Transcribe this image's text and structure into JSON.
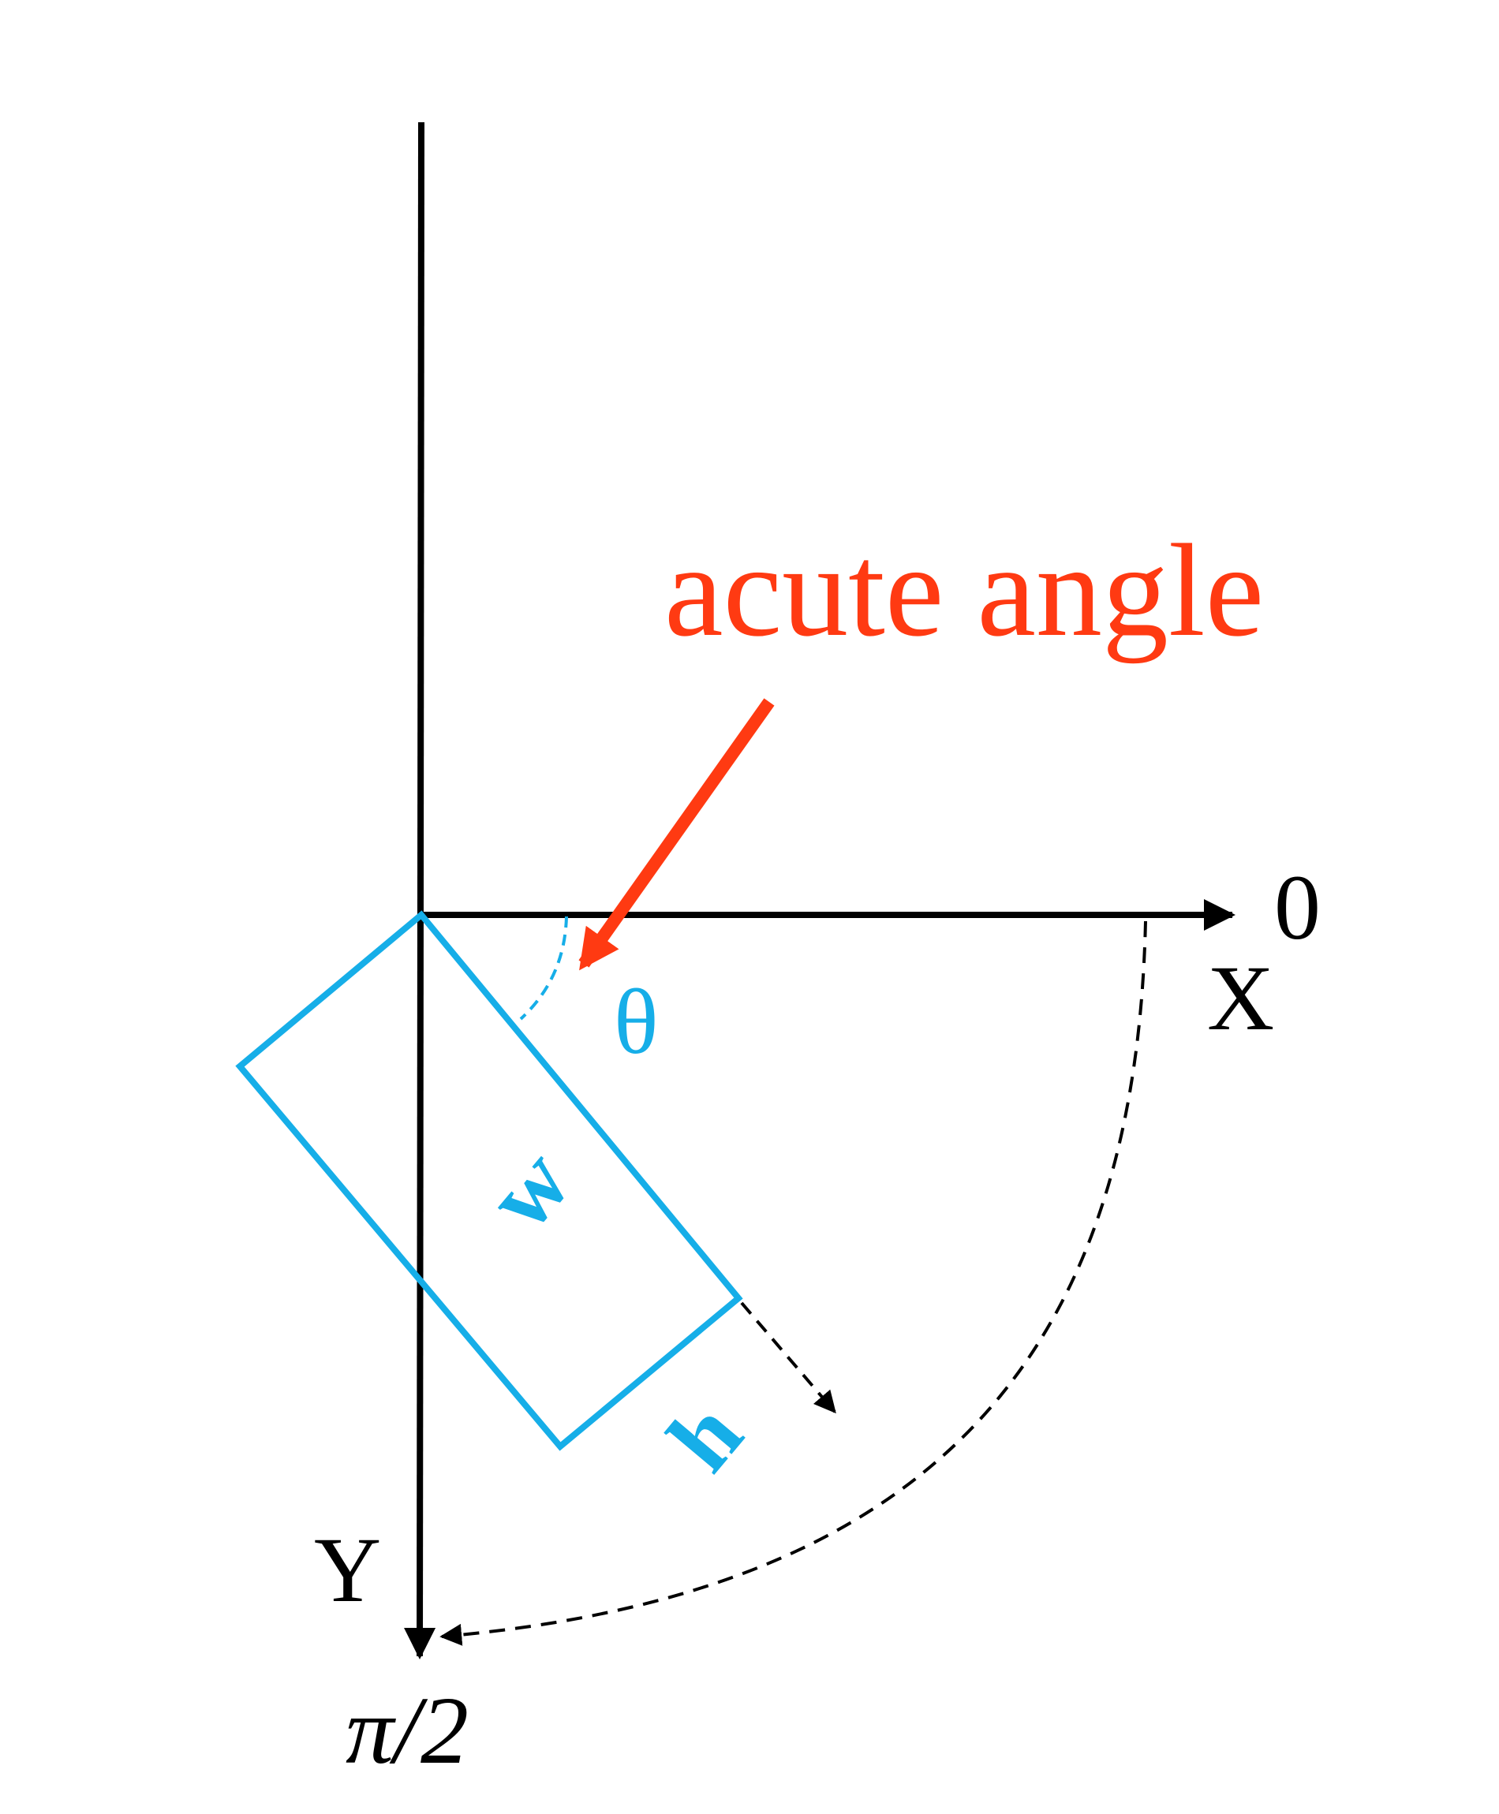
{
  "labels": {
    "zero": "0",
    "x_axis": "X",
    "y_axis": "Y",
    "pi_half": "π/2",
    "theta": "θ",
    "width": "w",
    "height": "h",
    "annotation": "acute angle"
  },
  "colors": {
    "axis": "#000000",
    "box": "#16aee8",
    "annotation": "#ff3a12",
    "background": "#ffffff"
  }
}
